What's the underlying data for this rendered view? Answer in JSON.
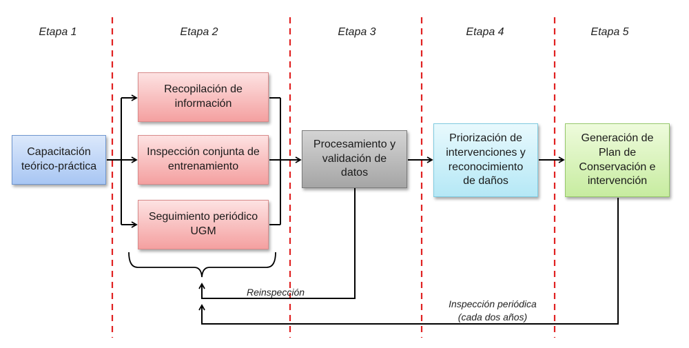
{
  "stages": [
    "Etapa 1",
    "Etapa 2",
    "Etapa 3",
    "Etapa 4",
    "Etapa 5"
  ],
  "boxes": {
    "capacitacion": "Capacitación\nteórico-práctica",
    "recopilacion": "Recopilación de\ninformación",
    "inspeccion": "Inspección conjunta de\nentrenamiento",
    "seguimiento": "Seguimiento periódico\nUGM",
    "procesamiento": "Procesamiento y\nvalidación de\ndatos",
    "priorizacion": "Priorización de\nintervenciones y\nreconocimiento\nde daños",
    "generacion": "Generación de\nPlan de\nConservación e\nintervención"
  },
  "notes": {
    "reinspeccion": "Reinspección",
    "periodica": "Inspección periódica\n(cada dos años)"
  },
  "colors": {
    "divider": "#e02020",
    "arrow": "#000000"
  }
}
